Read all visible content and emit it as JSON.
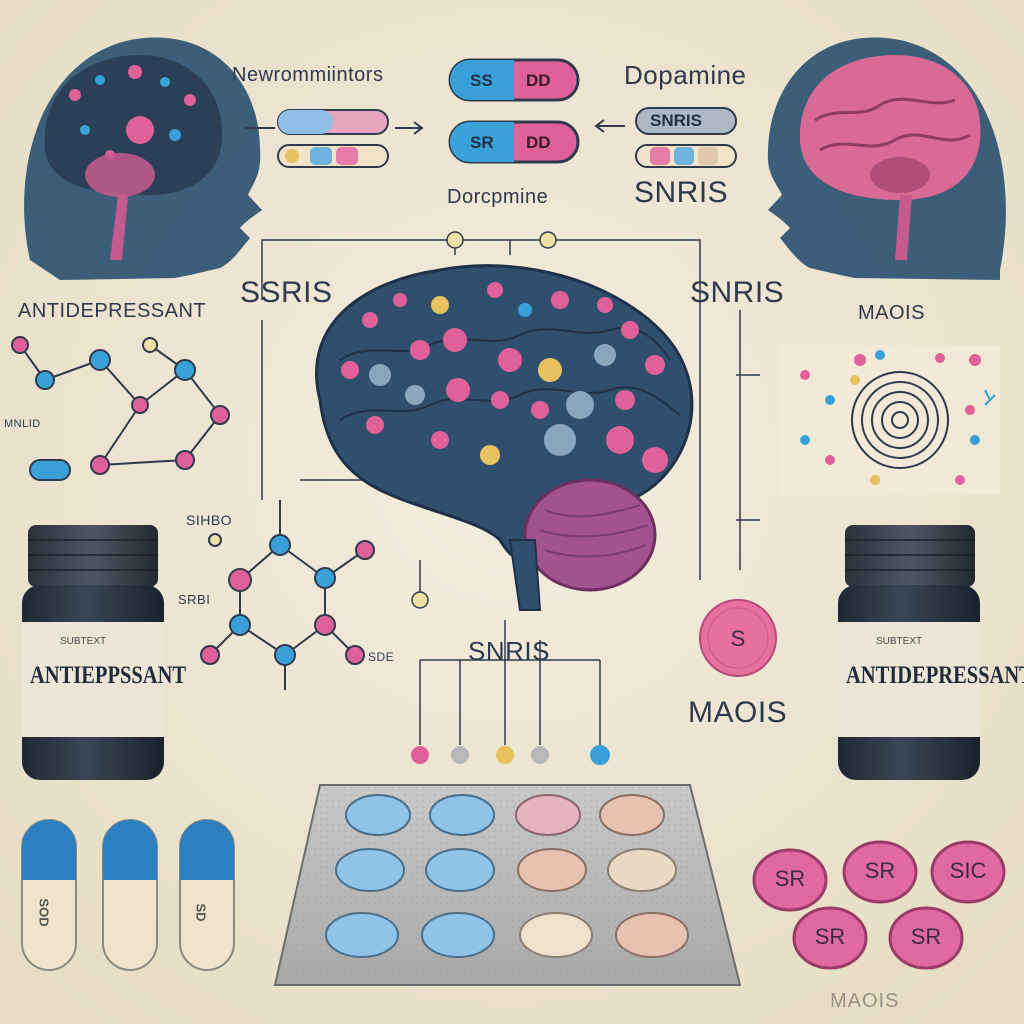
{
  "top_labels": {
    "neurotransmitters": "Newrommiintors",
    "dopamine_top": "Dopamine",
    "dopamine_center": "Dorcpmine",
    "snris_top_right": "SNRIS"
  },
  "side_labels": {
    "antidepressant_left": "ANTIDEPRESSANT",
    "ssris_left": "SSRIS",
    "snris_right": "SNRIS",
    "maois_right": "MAOIS",
    "snris_center": "SNRIS",
    "maois_mid_right": "MAOIS",
    "maois_bottom": "MAOIS"
  },
  "molecule_labels": {
    "left_label_1": "MNLID",
    "left_label_2": "SIHBO",
    "left_label_3": "SRBI",
    "left_label_4": "SDE"
  },
  "capsule_top": {
    "pill_1_left": "SS",
    "pill_1_right": "DD",
    "pill_2_left": "SR",
    "pill_2_right": "DD",
    "pill_3_text": "SNRIS"
  },
  "jars": {
    "left_label": "ANTIEPPSSANT",
    "right_label": "ANTIDEPRESSANT",
    "small_text": "SUBTEXT"
  },
  "capsules_bottom": {
    "capsule_1_text": "SOD",
    "capsule_3_text": "SD"
  },
  "tablets": {
    "tablet_1": "SR",
    "tablet_2": "SR",
    "tablet_3": "SIC",
    "tablet_4": "SR",
    "tablet_5": "SR"
  },
  "pink_pill_text": "S",
  "colors": {
    "background": "#efe7d3",
    "navy": "#2f3a4d",
    "pink": "#e0609a",
    "blue": "#3aa0d8",
    "brain_dark": "#304f6e"
  }
}
